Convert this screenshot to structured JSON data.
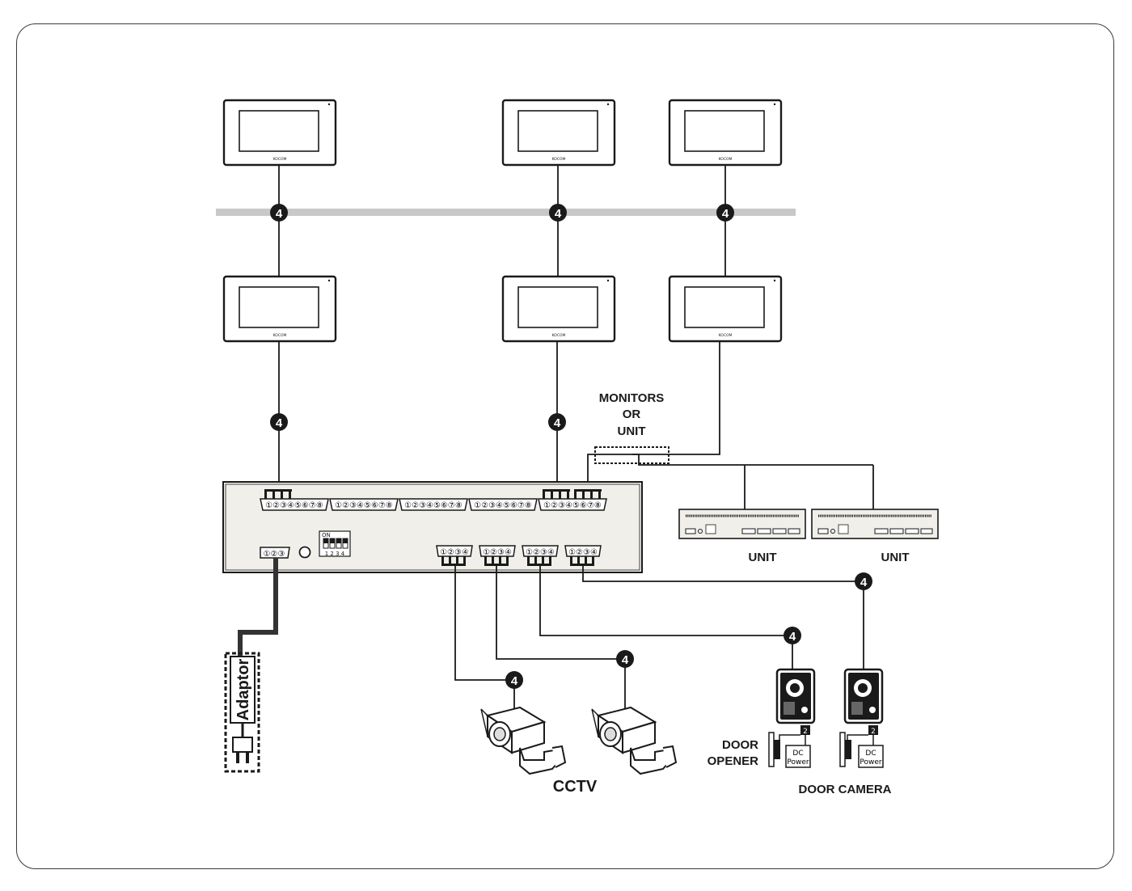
{
  "badge_label": "4",
  "brand": "KOCOM",
  "labels": {
    "monitors_or_unit": [
      "MONITORS",
      "OR",
      "UNIT"
    ],
    "unit": "UNIT",
    "cctv": "CCTV",
    "door_opener": [
      "DOOR",
      "OPENER"
    ],
    "door_camera": "DOOR CAMERA",
    "adaptor": "Adaptor",
    "dc_power": [
      "DC",
      "Power"
    ],
    "dip_on": "ON",
    "dip_numbers": "1 2 3 4",
    "door_cam_terminal": "2"
  },
  "terminal_labels": {
    "eight_pin": "①②③④⑤⑥⑦⑧",
    "four_pin": "①②③④",
    "three_pin": "①②③"
  },
  "colors": {
    "line": "#1a1a1a",
    "bus": "#c8c8c8",
    "panel_fill": "#f1efe9",
    "badge": "#1a1a1a"
  }
}
